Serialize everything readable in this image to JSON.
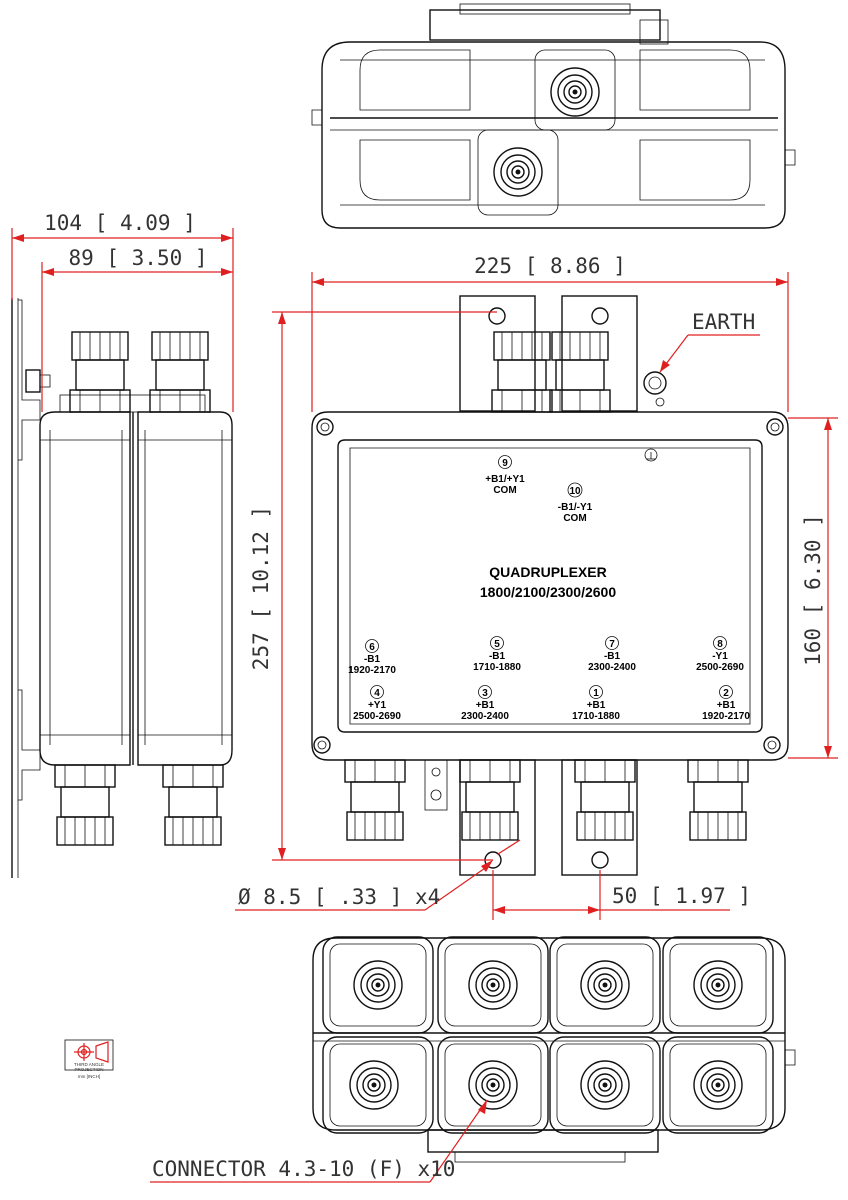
{
  "dimensions": {
    "overall_depth": "104 [ 4.09 ]",
    "body_depth": "89 [ 3.50 ]",
    "overall_width": "225 [ 8.86 ]",
    "overall_height": "257 [ 10.12 ]",
    "body_height": "160 [ 6.30 ]",
    "hole_diameter": "Ø 8.5 [ .33 ] x4",
    "bracket_pitch": "50 [ 1.97 ]"
  },
  "callouts": {
    "earth": "EARTH",
    "connector": "CONNECTOR 4.3-10 (F) x10"
  },
  "product": {
    "name": "QUADRUPLEXER",
    "bands": "1800/2100/2300/2600"
  },
  "ports": [
    {
      "num": "9",
      "name": "+B1/+Y1",
      "detail": "COM"
    },
    {
      "num": "10",
      "name": "-B1/-Y1",
      "detail": "COM"
    },
    {
      "num": "6",
      "name": "-B1",
      "detail": "1920-2170"
    },
    {
      "num": "5",
      "name": "-B1",
      "detail": "1710-1880"
    },
    {
      "num": "7",
      "name": "-B1",
      "detail": "2300-2400"
    },
    {
      "num": "8",
      "name": "-Y1",
      "detail": "2500-2690"
    },
    {
      "num": "4",
      "name": "+Y1",
      "detail": "2500-2690"
    },
    {
      "num": "3",
      "name": "+B1",
      "detail": "2300-2400"
    },
    {
      "num": "1",
      "name": "+B1",
      "detail": "1710-1880"
    },
    {
      "num": "2",
      "name": "+B1",
      "detail": "1920-2170"
    }
  ],
  "projection_symbol": {
    "line1": "THIRD ANGLE",
    "line2": "PROJECTION",
    "line3": "mm [INCH]"
  }
}
